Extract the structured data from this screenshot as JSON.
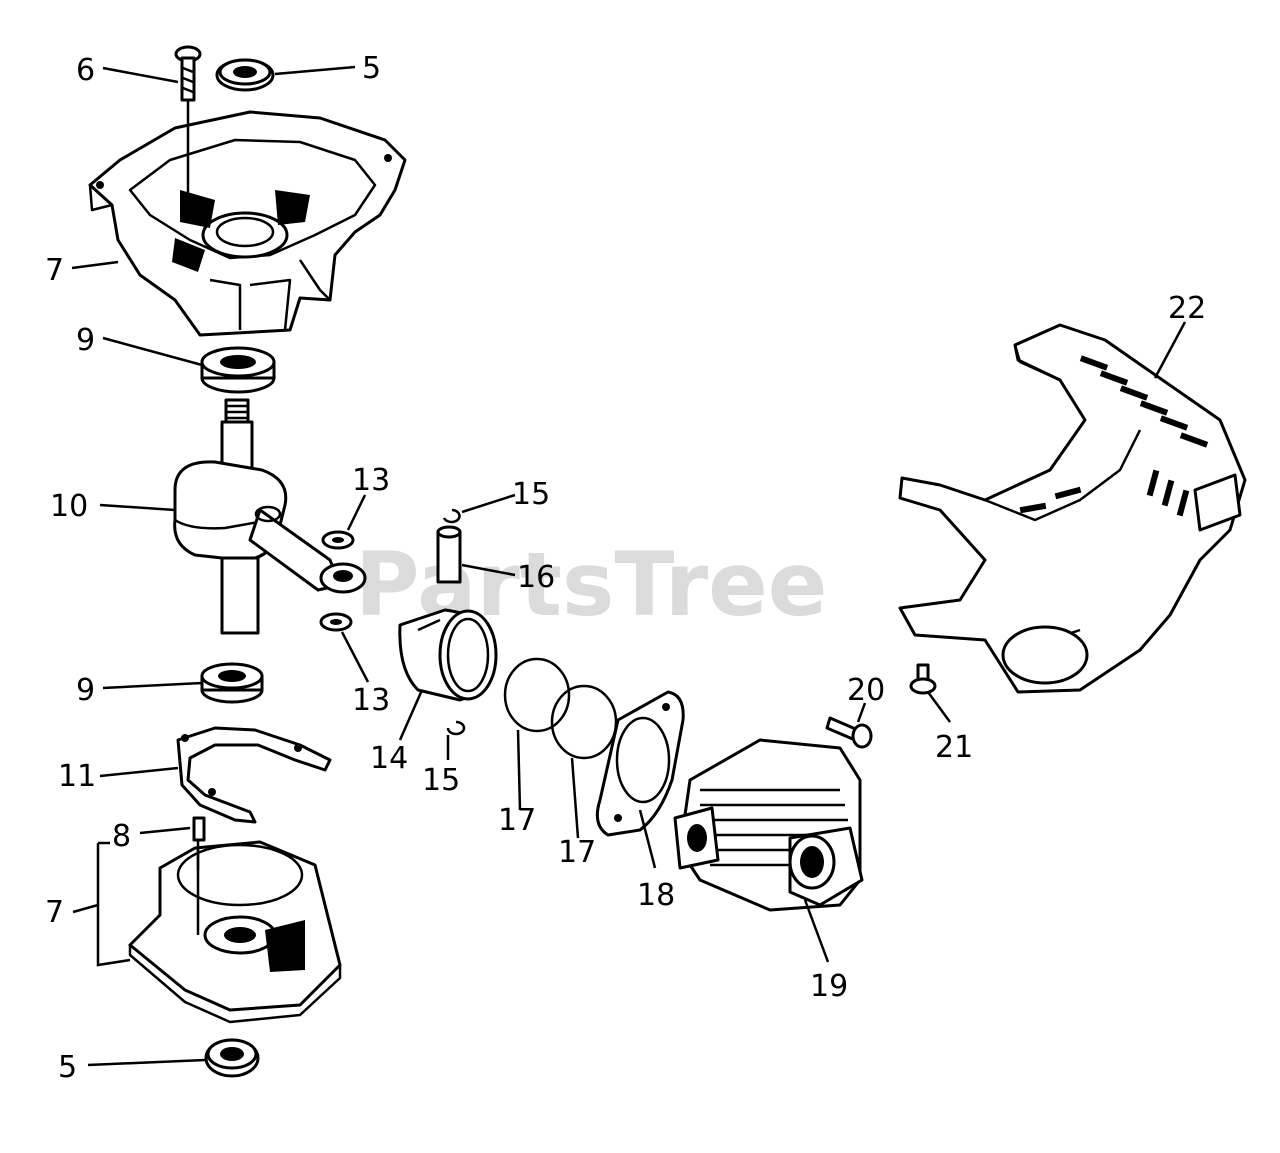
{
  "watermark": "PartsTree",
  "callouts": [
    {
      "id": "c6",
      "label": "6"
    },
    {
      "id": "c5a",
      "label": "5"
    },
    {
      "id": "c7a",
      "label": "7"
    },
    {
      "id": "c9a",
      "label": "9"
    },
    {
      "id": "c10",
      "label": "10"
    },
    {
      "id": "c13a",
      "label": "13"
    },
    {
      "id": "c15a",
      "label": "15"
    },
    {
      "id": "c16",
      "label": "16"
    },
    {
      "id": "c22",
      "label": "22"
    },
    {
      "id": "c9b",
      "label": "9"
    },
    {
      "id": "c13b",
      "label": "13"
    },
    {
      "id": "c14",
      "label": "14"
    },
    {
      "id": "c15b",
      "label": "15"
    },
    {
      "id": "c17a",
      "label": "17"
    },
    {
      "id": "c17b",
      "label": "17"
    },
    {
      "id": "c18",
      "label": "18"
    },
    {
      "id": "c19",
      "label": "19"
    },
    {
      "id": "c20",
      "label": "20"
    },
    {
      "id": "c21",
      "label": "21"
    },
    {
      "id": "c11",
      "label": "11"
    },
    {
      "id": "c8",
      "label": "8"
    },
    {
      "id": "c7b",
      "label": "7"
    },
    {
      "id": "c5b",
      "label": "5"
    }
  ]
}
